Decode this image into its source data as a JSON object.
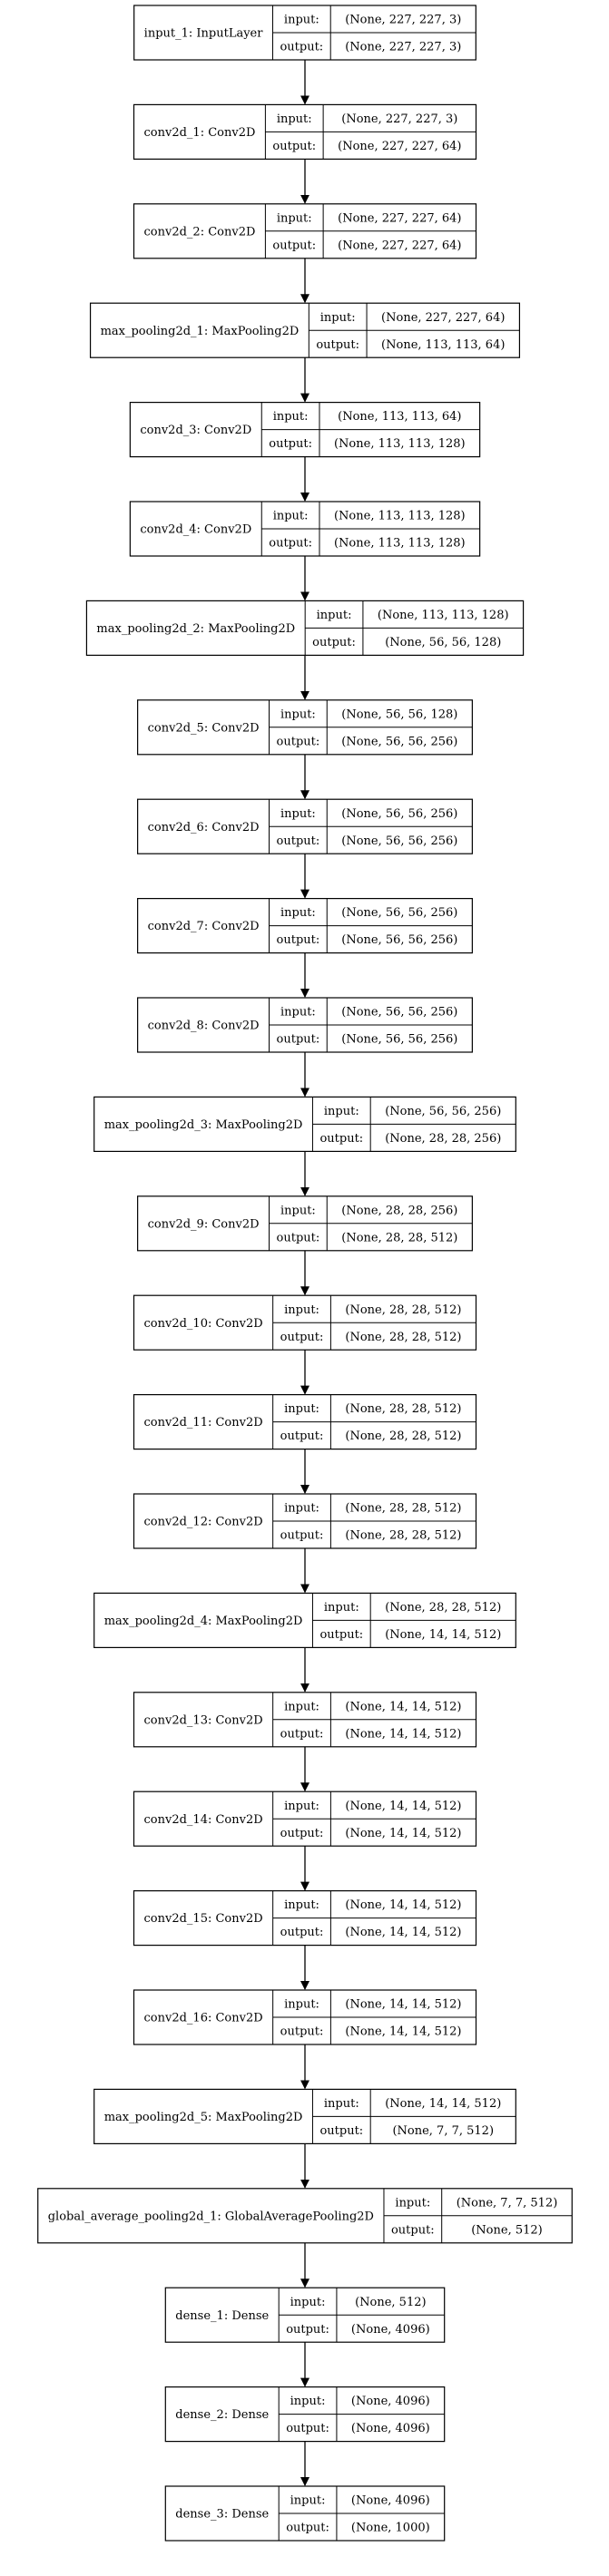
{
  "layers": [
    {
      "name": "input_1: InputLayer",
      "input": "(None, 227, 227, 3)",
      "output": "(None, 227, 227, 3)"
    },
    {
      "name": "conv2d_1: Conv2D",
      "input": "(None, 227, 227, 3)",
      "output": "(None, 227, 227, 64)"
    },
    {
      "name": "conv2d_2: Conv2D",
      "input": "(None, 227, 227, 64)",
      "output": "(None, 227, 227, 64)"
    },
    {
      "name": "max_pooling2d_1: MaxPooling2D",
      "input": "(None, 227, 227, 64)",
      "output": "(None, 113, 113, 64)"
    },
    {
      "name": "conv2d_3: Conv2D",
      "input": "(None, 113, 113, 64)",
      "output": "(None, 113, 113, 128)"
    },
    {
      "name": "conv2d_4: Conv2D",
      "input": "(None, 113, 113, 128)",
      "output": "(None, 113, 113, 128)"
    },
    {
      "name": "max_pooling2d_2: MaxPooling2D",
      "input": "(None, 113, 113, 128)",
      "output": "(None, 56, 56, 128)"
    },
    {
      "name": "conv2d_5: Conv2D",
      "input": "(None, 56, 56, 128)",
      "output": "(None, 56, 56, 256)"
    },
    {
      "name": "conv2d_6: Conv2D",
      "input": "(None, 56, 56, 256)",
      "output": "(None, 56, 56, 256)"
    },
    {
      "name": "conv2d_7: Conv2D",
      "input": "(None, 56, 56, 256)",
      "output": "(None, 56, 56, 256)"
    },
    {
      "name": "conv2d_8: Conv2D",
      "input": "(None, 56, 56, 256)",
      "output": "(None, 56, 56, 256)"
    },
    {
      "name": "max_pooling2d_3: MaxPooling2D",
      "input": "(None, 56, 56, 256)",
      "output": "(None, 28, 28, 256)"
    },
    {
      "name": "conv2d_9: Conv2D",
      "input": "(None, 28, 28, 256)",
      "output": "(None, 28, 28, 512)"
    },
    {
      "name": "conv2d_10: Conv2D",
      "input": "(None, 28, 28, 512)",
      "output": "(None, 28, 28, 512)"
    },
    {
      "name": "conv2d_11: Conv2D",
      "input": "(None, 28, 28, 512)",
      "output": "(None, 28, 28, 512)"
    },
    {
      "name": "conv2d_12: Conv2D",
      "input": "(None, 28, 28, 512)",
      "output": "(None, 28, 28, 512)"
    },
    {
      "name": "max_pooling2d_4: MaxPooling2D",
      "input": "(None, 28, 28, 512)",
      "output": "(None, 14, 14, 512)"
    },
    {
      "name": "conv2d_13: Conv2D",
      "input": "(None, 14, 14, 512)",
      "output": "(None, 14, 14, 512)"
    },
    {
      "name": "conv2d_14: Conv2D",
      "input": "(None, 14, 14, 512)",
      "output": "(None, 14, 14, 512)"
    },
    {
      "name": "conv2d_15: Conv2D",
      "input": "(None, 14, 14, 512)",
      "output": "(None, 14, 14, 512)"
    },
    {
      "name": "conv2d_16: Conv2D",
      "input": "(None, 14, 14, 512)",
      "output": "(None, 14, 14, 512)"
    },
    {
      "name": "max_pooling2d_5: MaxPooling2D",
      "input": "(None, 14, 14, 512)",
      "output": "(None, 7, 7, 512)"
    },
    {
      "name": "global_average_pooling2d_1: GlobalAveragePooling2D",
      "input": "(None, 7, 7, 512)",
      "output": "(None, 512)"
    },
    {
      "name": "dense_1: Dense",
      "input": "(None, 512)",
      "output": "(None, 4096)"
    },
    {
      "name": "dense_2: Dense",
      "input": "(None, 4096)",
      "output": "(None, 4096)"
    },
    {
      "name": "dense_3: Dense",
      "input": "(None, 4096)",
      "output": "(None, 1000)"
    }
  ],
  "port_labels": {
    "input": "input:",
    "output": "output:"
  }
}
